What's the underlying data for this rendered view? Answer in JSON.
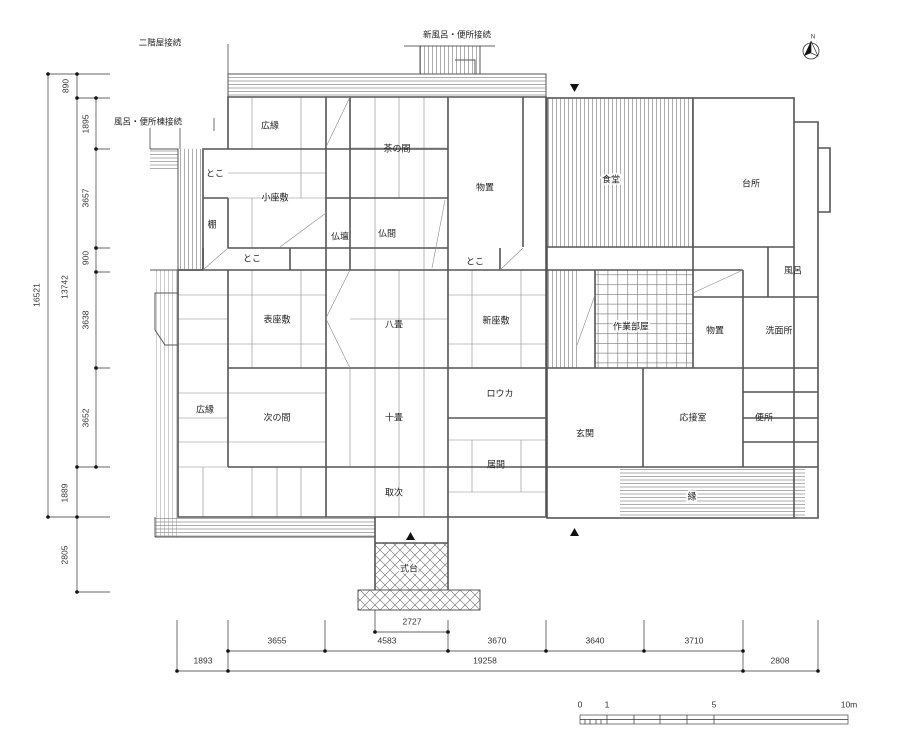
{
  "notes": {
    "second_floor_connection": "二階屋接続",
    "new_bath_toilet_connection": "新風呂・便所接続",
    "bath_toilet_wing_connection": "風呂・便所棟接続",
    "north": "N"
  },
  "rooms": {
    "hiroen_top": "広縁",
    "chanoma": "茶の間",
    "monooki_1": "物置",
    "toko_1": "とこ",
    "kozashiki": "小座敷",
    "tana": "棚",
    "butsudan": "仏壇",
    "butsuma": "仏間",
    "toko_2": "とこ",
    "toko_3": "とこ",
    "omote_zashiki": "表座敷",
    "hachijo": "八畳",
    "shin_zashiki": "新座敷",
    "hiroen_left": "広縁",
    "tsugi_no_ma": "次の間",
    "jujo": "十畳",
    "rouka": "ロウカ",
    "ima": "居間",
    "toritsugi": "取次",
    "shikidai": "式台",
    "shokudo": "食堂",
    "daidokoro": "台所",
    "furo": "風呂",
    "sagyo_beya": "作業部屋",
    "monooki_2": "物置",
    "senmenjo": "洗面所",
    "genkan": "玄関",
    "osetsushitsu": "応接室",
    "benjo": "便所",
    "en": "縁"
  },
  "dimensions": {
    "vertical": {
      "total": "16521",
      "main": "13742",
      "d890": "890",
      "d1895": "1895",
      "d3657": "3657",
      "d900": "900",
      "d3638": "3638",
      "d3652": "3652",
      "d1889": "1889",
      "d2805": "2805"
    },
    "horizontal": {
      "d2727": "2727",
      "d3655": "3655",
      "d4583": "4583",
      "d3670": "3670",
      "d3640": "3640",
      "d3710": "3710",
      "d1893": "1893",
      "d19258": "19258",
      "d2808": "2808"
    }
  },
  "scale_bar": {
    "t0": "0",
    "t1": "1",
    "t5": "5",
    "t10": "10m"
  }
}
